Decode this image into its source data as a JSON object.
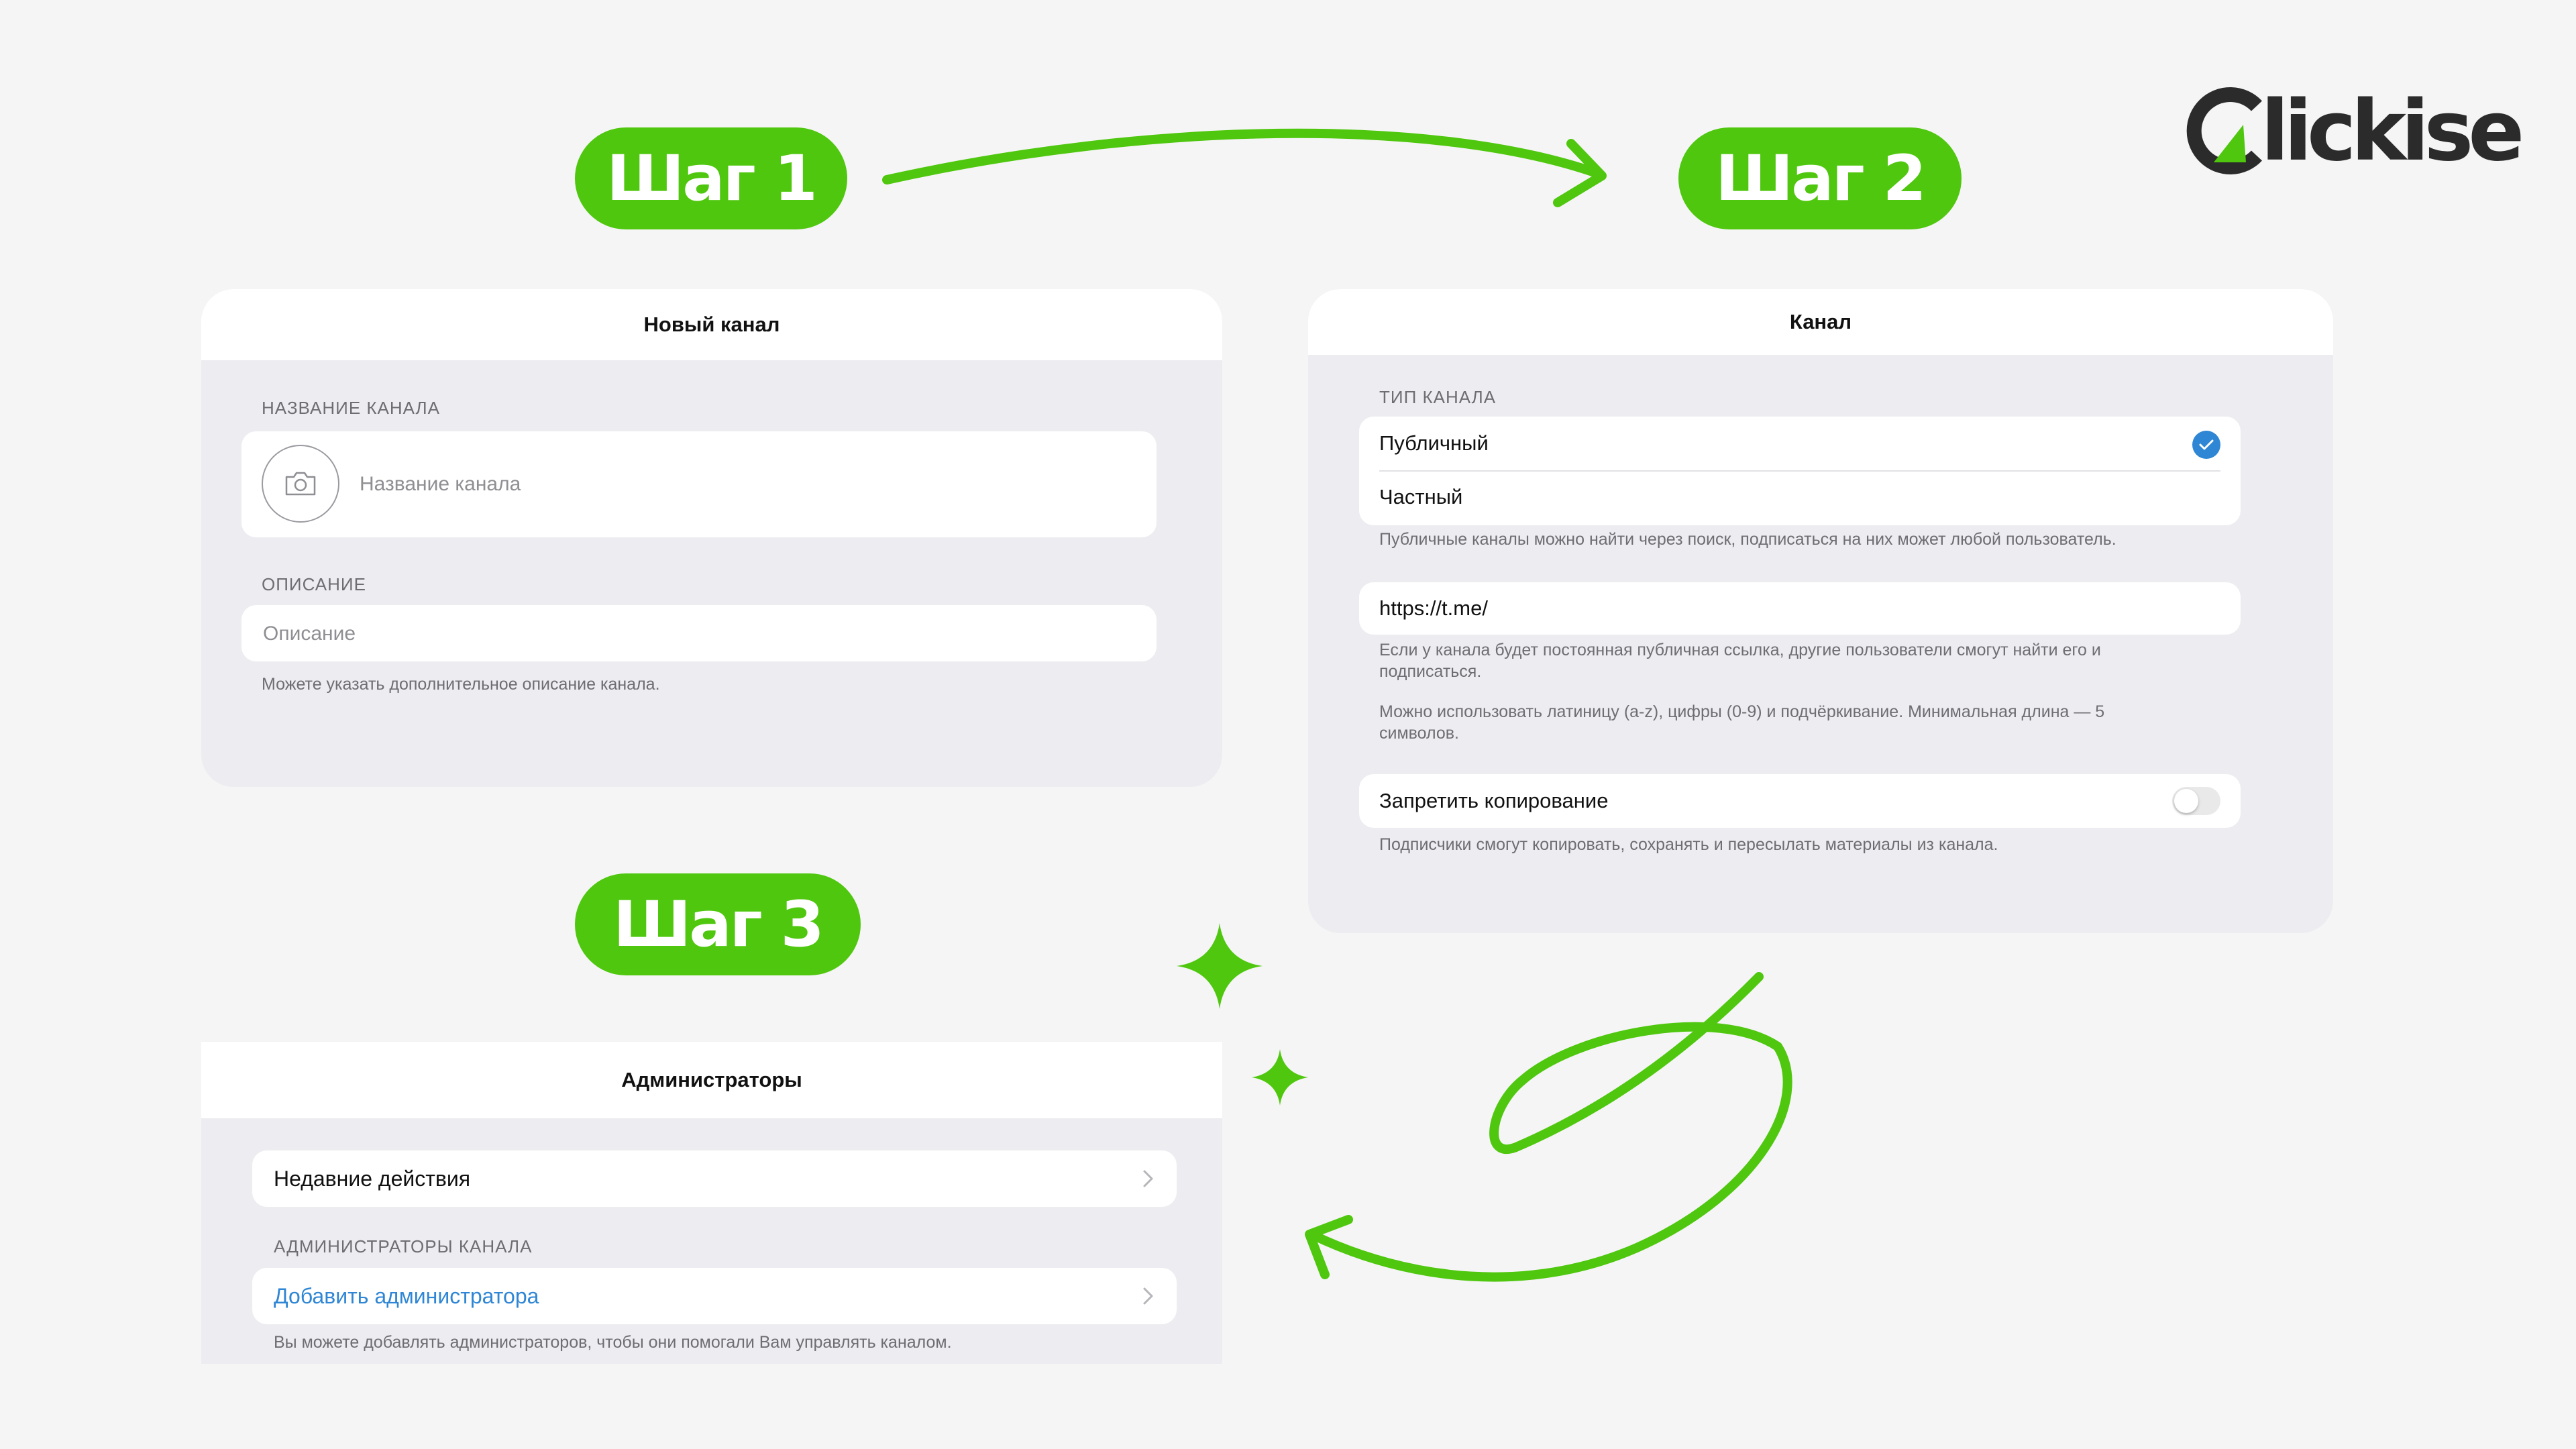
{
  "steps": {
    "step1": "Шаг 1",
    "step2": "Шаг 2",
    "step3": "Шаг 3"
  },
  "brand": {
    "name": "Clickise",
    "logo_text": "lickise",
    "accent_color": "#4fc70e",
    "link_color": "#2f86d4"
  },
  "panel_new_channel": {
    "title": "Новый канал",
    "name_section_label": "НАЗВАНИЕ КАНАЛА",
    "name_placeholder": "Название канала",
    "description_section_label": "ОПИСАНИЕ",
    "description_placeholder": "Описание",
    "description_hint": "Можете указать дополнительное описание канала."
  },
  "panel_channel": {
    "title": "Канал",
    "type_section_label": "ТИП КАНАЛА",
    "options": [
      "Публичный",
      "Частный"
    ],
    "selected_option": "Публичный",
    "type_hint": "Публичные каналы можно найти через поиск, подписаться на них может любой пользователь.",
    "link_value": "https://t.me/",
    "link_hint_1_line1": "Если у канала будет постоянная публичная ссылка, другие пользователи смогут найти его и",
    "link_hint_1_line2": "подписаться.",
    "link_hint_2_line1": "Можно использовать латиницу (a-z), цифры (0-9) и подчёркивание. Минимальная длина — 5",
    "link_hint_2_line2": "символов.",
    "restrict_copy_label": "Запретить копирование",
    "restrict_copy_enabled": false,
    "restrict_copy_hint": "Подписчики смогут копировать, сохранять и пересылать материалы из канала."
  },
  "panel_admins": {
    "title": "Администраторы",
    "recent_actions_label": "Недавние действия",
    "admins_section_label": "АДМИНИСТРАТОРЫ КАНАЛА",
    "add_admin_label": "Добавить администратора",
    "admins_hint": "Вы можете добавлять администраторов, чтобы они помогали Вам управлять каналом."
  },
  "icons": {
    "camera": "camera-icon",
    "check": "checkmark-icon",
    "chevron": "chevron-right-icon",
    "sparkle": "sparkle-icon",
    "arrow": "arrow-icon"
  }
}
